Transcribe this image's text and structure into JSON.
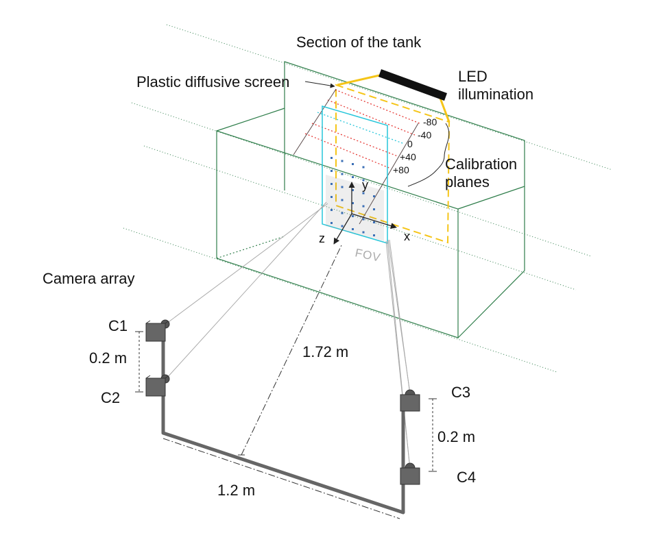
{
  "labels": {
    "tank_section": "Section of the tank",
    "led": [
      "LED",
      "illumination"
    ],
    "diffusive_screen": "Plastic diffusive screen",
    "calibration": [
      "Calibration",
      "planes"
    ],
    "camera_array": "Camera array",
    "fov": "FOV",
    "distance_to_fov": "1.72 m",
    "rig_width": "1.2 m",
    "spacing_left": "0.2 m",
    "spacing_right": "0.2 m"
  },
  "calibration_planes": [
    {
      "label": "-80",
      "color": "#e53935"
    },
    {
      "label": "-40",
      "color": "#e53935"
    },
    {
      "label": "0",
      "color": "#26c6da"
    },
    {
      "label": "+40",
      "color": "#e53935"
    },
    {
      "label": "+80",
      "color": "#e53935"
    }
  ],
  "axes": {
    "x": "x",
    "y": "y",
    "z": "z"
  },
  "cameras": [
    {
      "id": "C1"
    },
    {
      "id": "C2"
    },
    {
      "id": "C3"
    },
    {
      "id": "C4"
    }
  ],
  "colors": {
    "tank": "#2e7d4a",
    "led_frame": "#f5c518",
    "fov_frame": "#26c6da",
    "calibration_dot": "#3b6fb6",
    "camera_body": "#666666",
    "rig": "#666666"
  }
}
